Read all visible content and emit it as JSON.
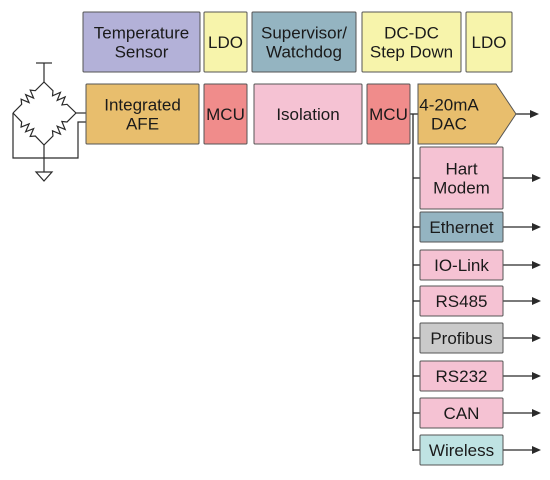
{
  "colors": {
    "purple": "#b3b1d8",
    "yellow": "#f7f4ab",
    "steel": "#94b4c1",
    "orange": "#e8be6d",
    "red": "#f08c8b",
    "pink": "#f5c2d3",
    "gray": "#cacaca",
    "teal": "#bfe3e3",
    "line": "#2a2a2a"
  },
  "top_row": [
    {
      "id": "temperature-sensor",
      "lines": [
        "Temperature",
        "Sensor"
      ],
      "color": "purple"
    },
    {
      "id": "ldo-1",
      "lines": [
        "LDO"
      ],
      "color": "yellow"
    },
    {
      "id": "supervisor-watchdog",
      "lines": [
        "Supervisor/",
        "Watchdog"
      ],
      "color": "steel"
    },
    {
      "id": "dc-dc-step-down",
      "lines": [
        "DC-DC",
        "Step Down"
      ],
      "color": "yellow"
    },
    {
      "id": "ldo-2",
      "lines": [
        "LDO"
      ],
      "color": "yellow"
    }
  ],
  "signal_chain": [
    {
      "id": "integrated-afe",
      "lines": [
        "Integrated",
        "AFE"
      ],
      "color": "orange"
    },
    {
      "id": "mcu-1",
      "lines": [
        "MCU"
      ],
      "color": "red"
    },
    {
      "id": "isolation",
      "lines": [
        "Isolation"
      ],
      "color": "pink"
    },
    {
      "id": "mcu-2",
      "lines": [
        "MCU"
      ],
      "color": "red"
    },
    {
      "id": "dac-4-20ma",
      "lines": [
        "4-20mA",
        "DAC"
      ],
      "color": "orange"
    }
  ],
  "outputs": [
    {
      "id": "hart-modem",
      "lines": [
        "Hart",
        "Modem"
      ],
      "color": "pink"
    },
    {
      "id": "ethernet",
      "lines": [
        "Ethernet"
      ],
      "color": "steel"
    },
    {
      "id": "io-link",
      "lines": [
        "IO-Link"
      ],
      "color": "pink"
    },
    {
      "id": "rs485",
      "lines": [
        "RS485"
      ],
      "color": "pink"
    },
    {
      "id": "profibus",
      "lines": [
        "Profibus"
      ],
      "color": "gray"
    },
    {
      "id": "rs232",
      "lines": [
        "RS232"
      ],
      "color": "pink"
    },
    {
      "id": "can",
      "lines": [
        "CAN"
      ],
      "color": "pink"
    },
    {
      "id": "wireless",
      "lines": [
        "Wireless"
      ],
      "color": "teal"
    }
  ]
}
